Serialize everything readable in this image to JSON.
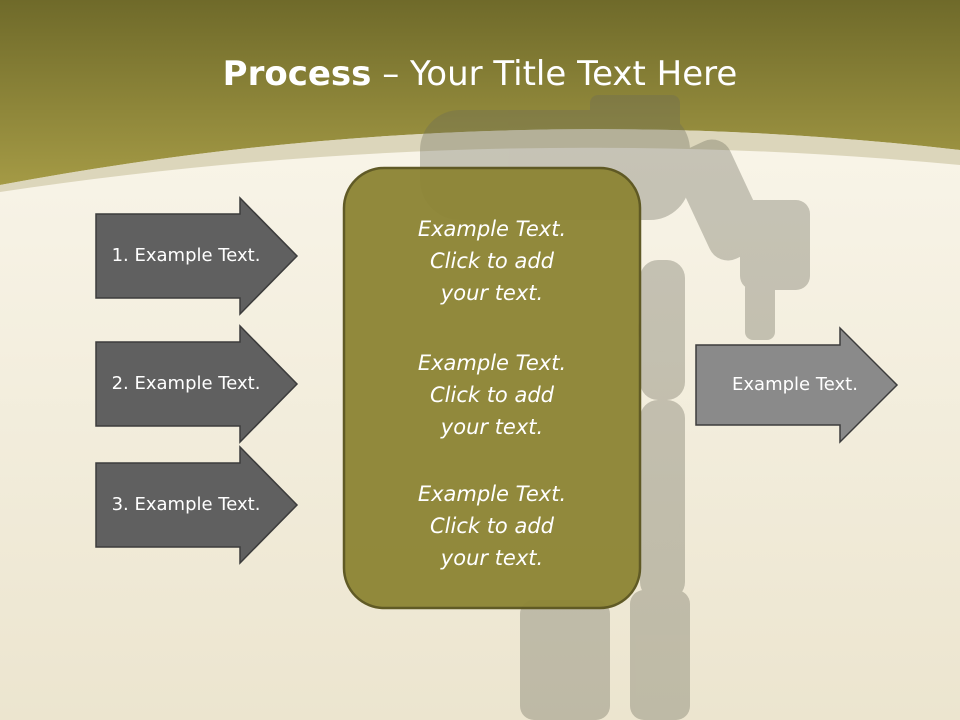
{
  "title": {
    "bold": "Process",
    "dash": " – ",
    "rest": "Your Title Text Here"
  },
  "left_arrows": [
    {
      "label": "1. Example Text."
    },
    {
      "label": "2. Example Text."
    },
    {
      "label": "3. Example Text."
    }
  ],
  "center_box": {
    "items": [
      {
        "line1": "Example Text.",
        "line2": "Click  to add",
        "line3": "your text."
      },
      {
        "line1": "Example Text.",
        "line2": "Click  to add",
        "line3": "your text."
      },
      {
        "line1": "Example Text.",
        "line2": "Click  to add",
        "line3": "your text."
      }
    ]
  },
  "right_arrow": {
    "label": "Example Text."
  },
  "colors": {
    "header_olive": "#8a7f33",
    "box_fill": "#8e8637",
    "box_border": "#5c5620",
    "left_arrow_fill": "#606060",
    "right_arrow_fill": "#8a8a8a",
    "arrow_border": "#3c3c3c",
    "background": "#f7f3e6"
  }
}
